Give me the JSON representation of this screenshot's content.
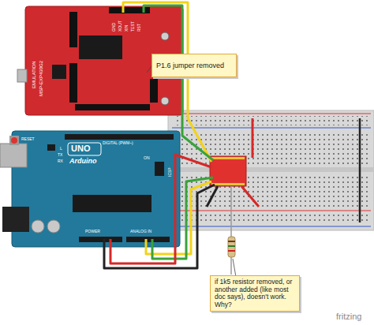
{
  "diagram": {
    "nodes": [
      {
        "text": [
          "P1.6 jumper removed"
        ]
      },
      {
        "text": [
          "if 1k5 resistor removed, or another added (like most doc says), doesn't work. Why?"
        ]
      }
    ],
    "labels": [
      "EMULATION",
      "MSP-EXP430G2",
      "GND",
      "XOUT",
      "XIN",
      "TEST",
      "RST",
      "UNO",
      "Arduino",
      "DIGITAL (PWM~)",
      "L",
      "TX",
      "RX",
      "ON",
      "RESET",
      "ICSP",
      "POWER",
      "ANALOG IN",
      "fritzing"
    ]
  }
}
